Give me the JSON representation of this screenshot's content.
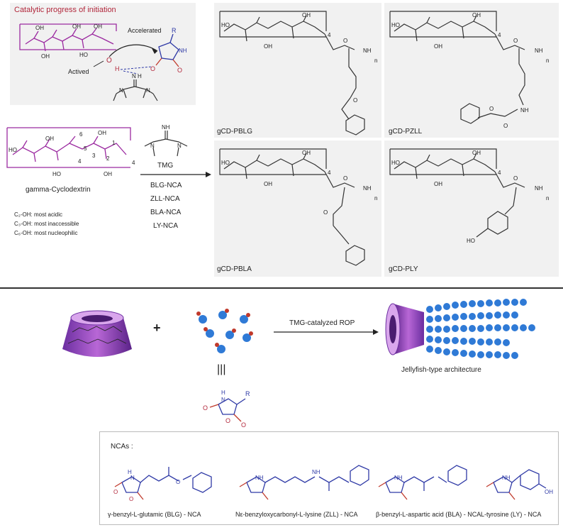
{
  "initiation": {
    "title": "Catalytic progress of initiation",
    "accelerated": "Accelerated",
    "actived": "Actived"
  },
  "cd": {
    "name": "gamma-Cyclodextrin",
    "notes": [
      "C₂-OH: most acidic",
      "C₃-OH: most inaccessible",
      "C₆-OH: most nucleophilic"
    ],
    "positions": [
      "6",
      "5",
      "4",
      "3",
      "2",
      "1"
    ],
    "repeat": "4"
  },
  "reagents": {
    "catalyst": "TMG",
    "monomers": [
      "BLG-NCA",
      "ZLL-NCA",
      "BLA-NCA",
      "LY-NCA"
    ]
  },
  "products": [
    "gCD-PBLG",
    "gCD-PZLL",
    "gCD-PBLA",
    "gCD-PLY"
  ],
  "scheme": {
    "plus": "+",
    "equiv": "|||",
    "arrow_label": "TMG-catalyzed ROP",
    "result": "Jellyfish-type architecture"
  },
  "ncas": {
    "header": "NCAs :",
    "names": [
      "γ-benzyl-L-glutamic (BLG) - NCA",
      "Nε-benzyloxycarbonyl-L-lysine (ZLL) - NCA",
      "β-benzyl-L-aspartic acid (BLA) - NCA",
      "L-tyrosine (LY) - NCA"
    ]
  },
  "atoms": {
    "HO": "HO",
    "OH": "OH",
    "O": "O",
    "N": "N",
    "NH": "NH",
    "H": "H",
    "R": "R",
    "n": "n",
    "four": "4"
  },
  "colors": {
    "cd": "#9b2aa0",
    "monomer": "#2f3aa6",
    "carbonyl": "#c0392b",
    "panel": "#f1f1f1"
  }
}
